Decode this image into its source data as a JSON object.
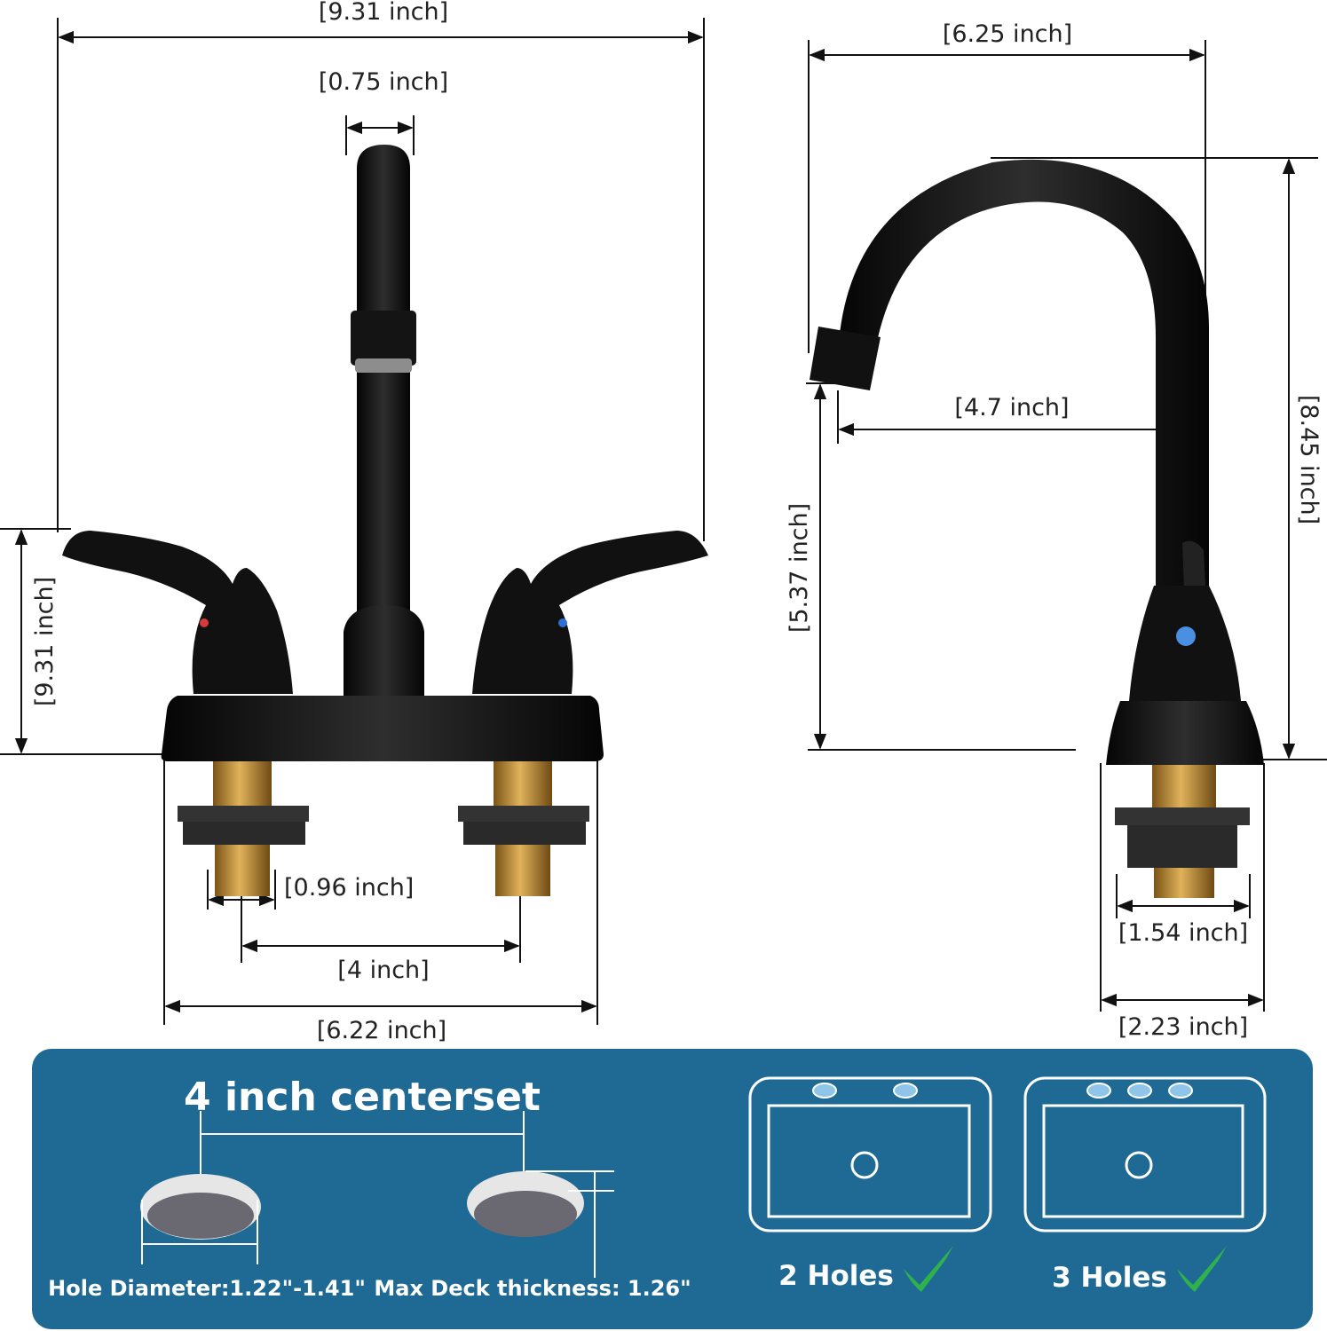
{
  "front_view": {
    "overall_width": "[9.31 inch]",
    "spout_width": "[0.75 inch]",
    "handle_height": "[9.31 inch]",
    "shank_diameter": "[0.96 inch]",
    "center_spacing": "[4 inch]",
    "base_width": "[6.22 inch]"
  },
  "side_view": {
    "spout_depth": "[6.25 inch]",
    "spout_reach": "[4.7 inch]",
    "total_height": "[8.45 inch]",
    "spout_clearance": "[5.37 inch]",
    "nut_width": "[1.54 inch]",
    "base_depth": "[2.23 inch]"
  },
  "install_panel": {
    "title": "4 inch centerset",
    "hole_diameter": "Hole Diameter:1.22\"-1.41\"",
    "deck_thickness": "Max Deck thickness: 1.26\"",
    "two_holes": "2 Holes",
    "three_holes": "3 Holes"
  },
  "colors": {
    "panel": "#1e6a94",
    "faucet": "#1a1a1a",
    "brass": "#b8862e",
    "check": "#2fb24c"
  }
}
